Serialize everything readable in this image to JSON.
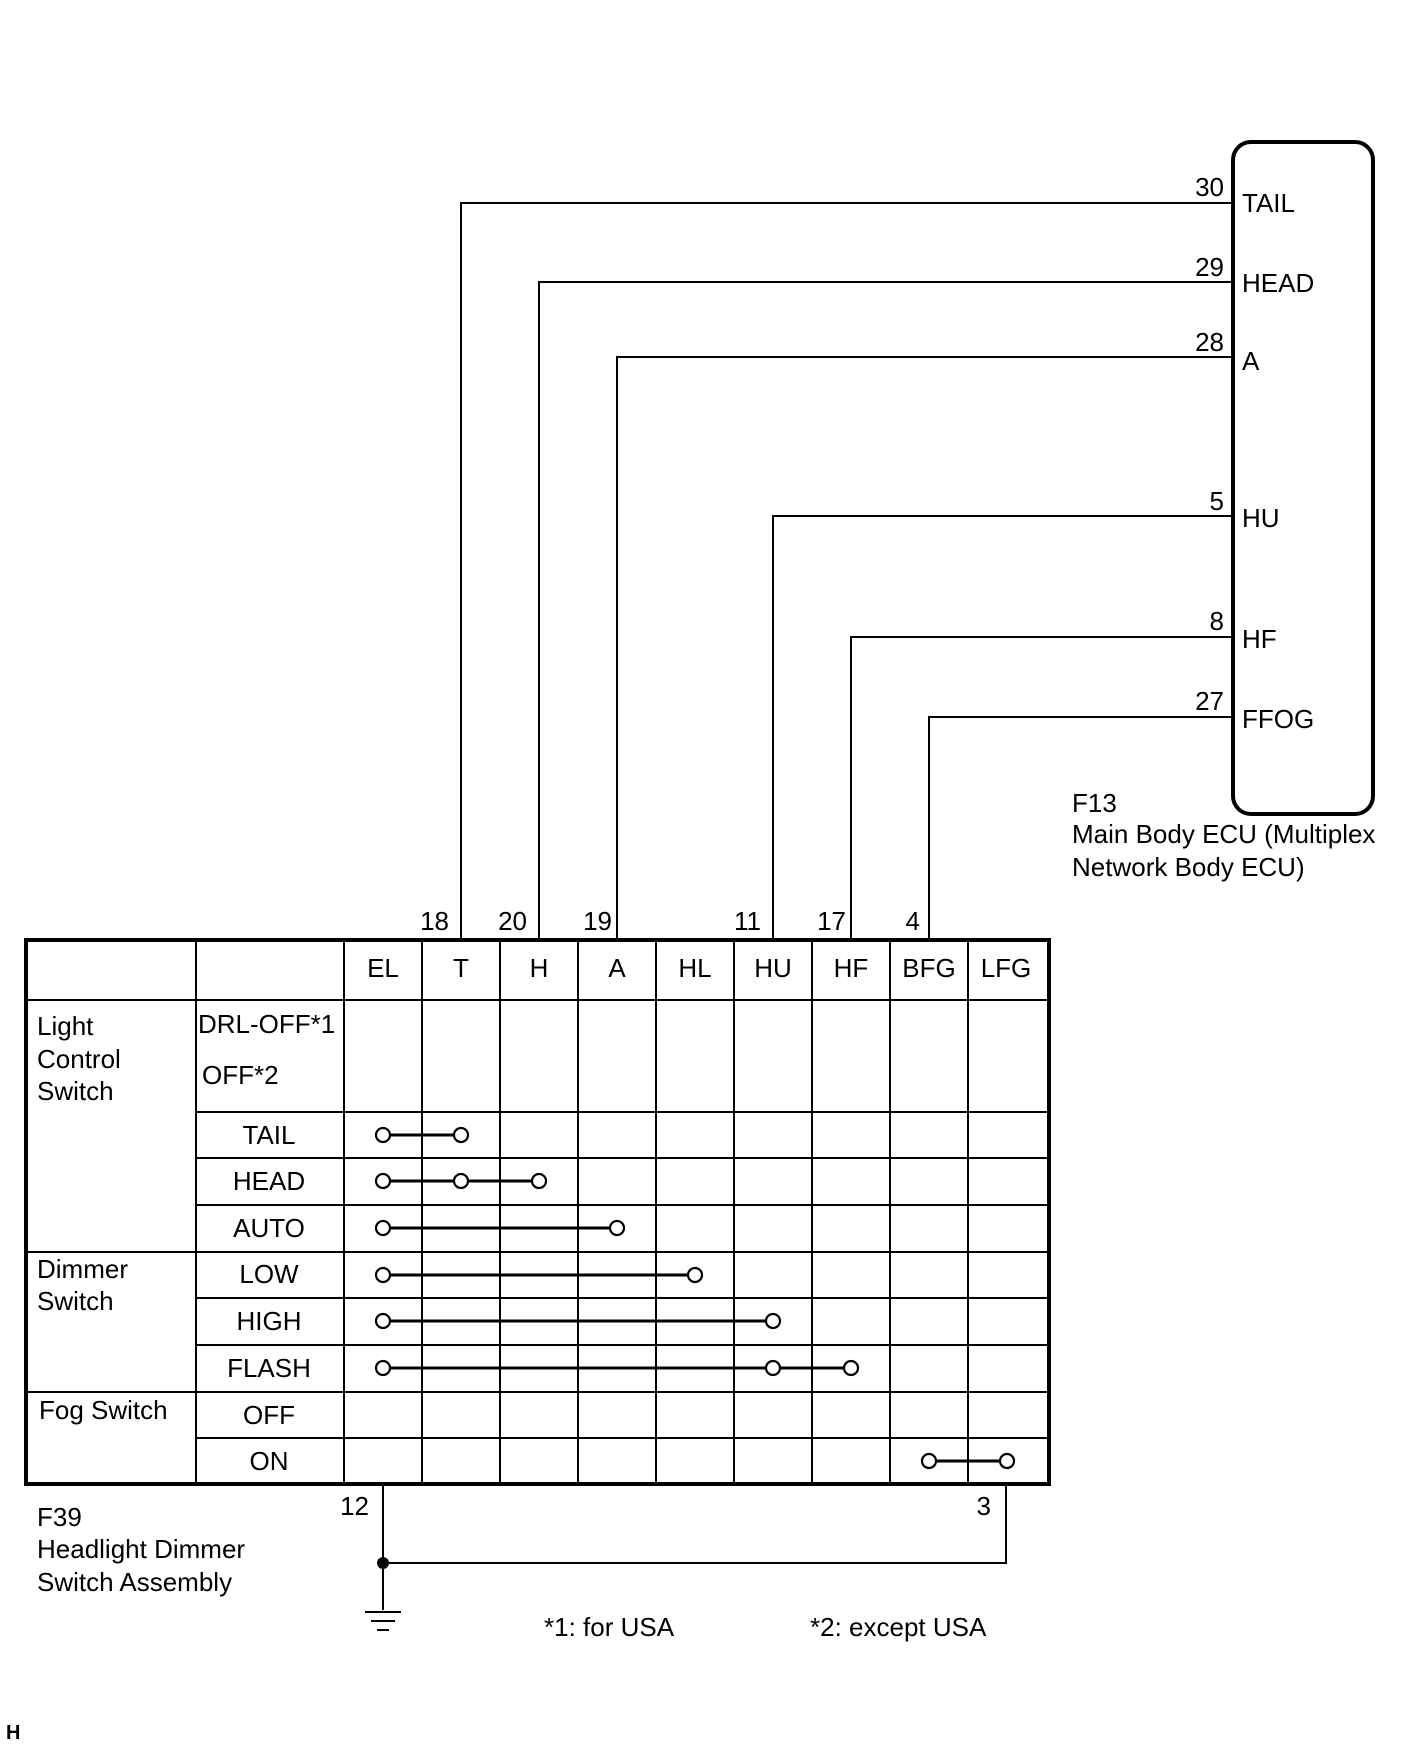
{
  "ecu": {
    "connector": "F13",
    "name_line1": "Main Body ECU (Multiplex",
    "name_line2": "Network Body ECU)",
    "pins": [
      {
        "num": "30",
        "label": "TAIL"
      },
      {
        "num": "29",
        "label": "HEAD"
      },
      {
        "num": "28",
        "label": "A"
      },
      {
        "num": "5",
        "label": "HU"
      },
      {
        "num": "8",
        "label": "HF"
      },
      {
        "num": "27",
        "label": "FFOG"
      }
    ]
  },
  "switch_assembly": {
    "connector": "F39",
    "name_line1": "Headlight Dimmer",
    "name_line2": "Switch Assembly",
    "top_pins": [
      "18",
      "20",
      "19",
      "11",
      "17",
      "4"
    ],
    "ground_pins": [
      "12",
      "3"
    ]
  },
  "table": {
    "columns": [
      "EL",
      "T",
      "H",
      "A",
      "HL",
      "HU",
      "HF",
      "BFG",
      "LFG"
    ],
    "groups": [
      {
        "line1": "Light",
        "line2": "Control",
        "line3": "Switch"
      },
      {
        "line1": "Dimmer",
        "line2": "Switch"
      },
      {
        "line1": "Fog Switch"
      }
    ],
    "positions": [
      {
        "label": "DRL-OFF*1",
        "label2": "OFF*2",
        "connects": []
      },
      {
        "label": "TAIL",
        "connects": [
          "EL",
          "T"
        ]
      },
      {
        "label": "HEAD",
        "connects": [
          "EL",
          "T",
          "H"
        ]
      },
      {
        "label": "AUTO",
        "connects": [
          "EL",
          "A"
        ]
      },
      {
        "label": "LOW",
        "connects": [
          "EL",
          "HL"
        ]
      },
      {
        "label": "HIGH",
        "connects": [
          "EL",
          "HU"
        ]
      },
      {
        "label": "FLASH",
        "connects": [
          "EL",
          "HU",
          "HF"
        ]
      },
      {
        "label": "OFF",
        "connects": []
      },
      {
        "label": "ON",
        "connects": [
          "BFG",
          "LFG"
        ]
      }
    ]
  },
  "notes": {
    "note1": "*1: for USA",
    "note2": "*2: except USA"
  },
  "corner_mark": "H"
}
